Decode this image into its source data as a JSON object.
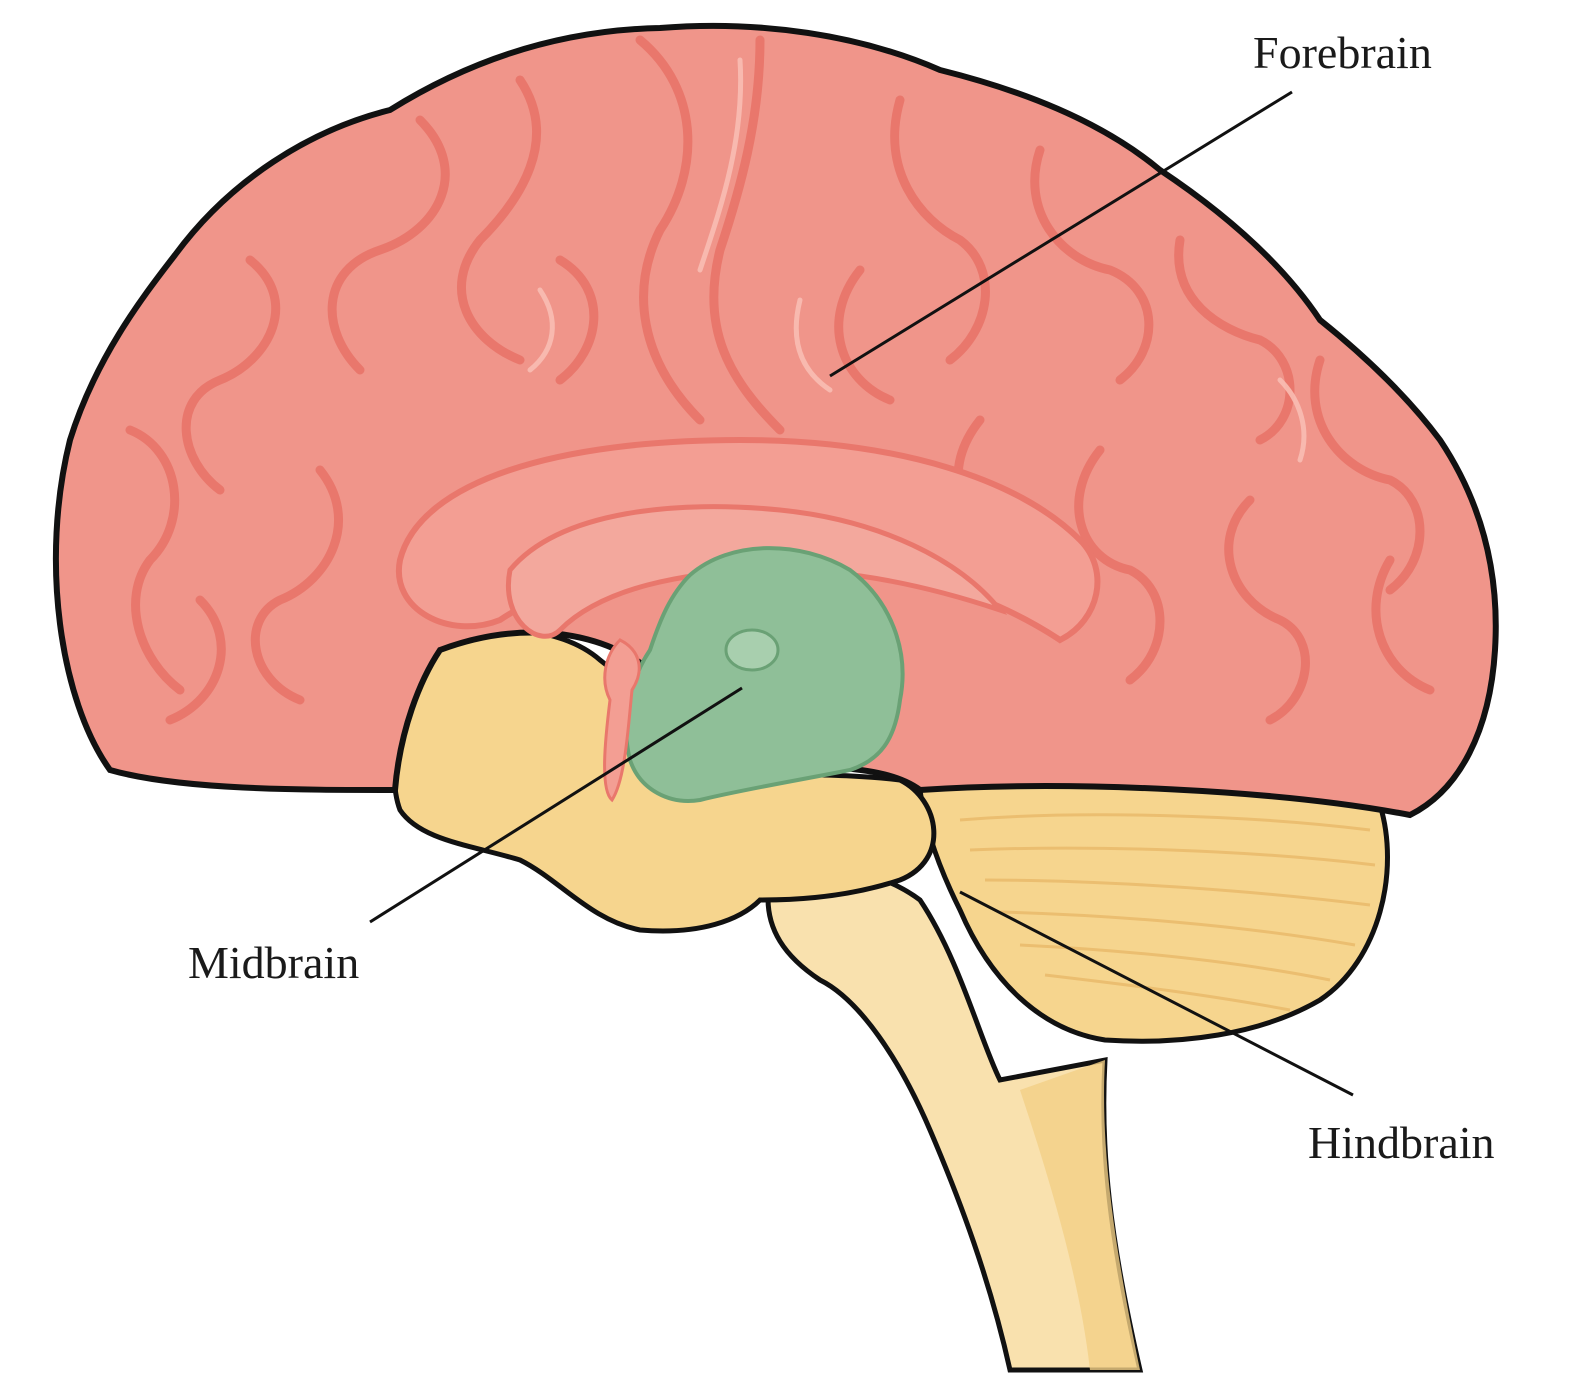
{
  "labels": {
    "forebrain": "Forebrain",
    "midbrain": "Midbrain",
    "hindbrain": "Hindbrain"
  },
  "colors": {
    "forebrain": "#f0958a",
    "forebrain_fold": "#e9776c",
    "forebrain_highlight": "#f8bdb3",
    "midbrain": "#8fbf98",
    "hindbrain": "#f6d58e",
    "brainstem": "#f9e1ae",
    "outline": "#111111",
    "leader_line": "#111111"
  }
}
